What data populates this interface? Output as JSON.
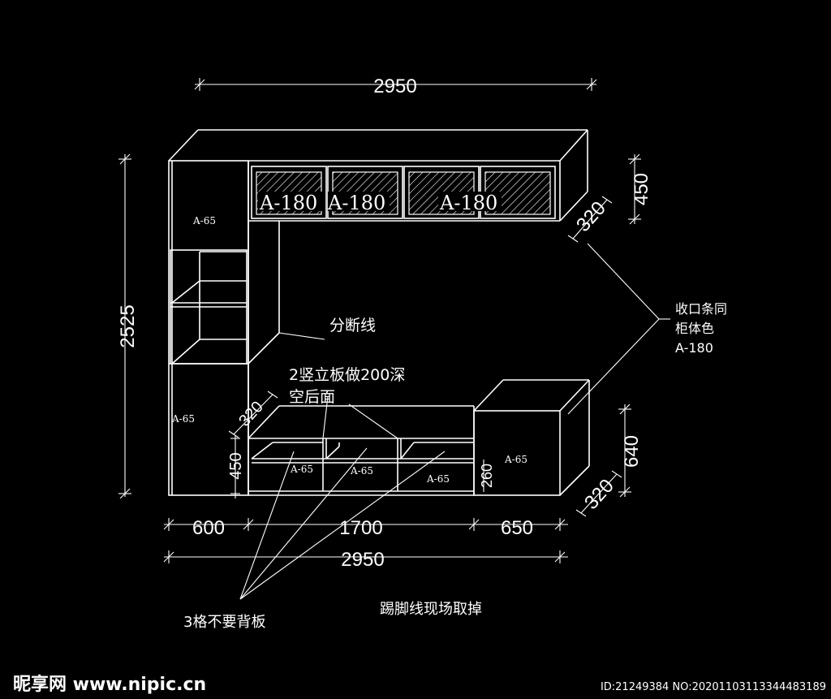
{
  "dimensions": {
    "top_width": "2950",
    "height": "2525",
    "upper_depth": "320",
    "upper_height": "450",
    "left_width": "600",
    "middle_width": "1700",
    "right_width": "650",
    "bottom_width": "2950",
    "lower_height": "450",
    "lower_depth": "320",
    "right_height": "640",
    "right_depth": "320",
    "plinth": "260"
  },
  "labels": {
    "upper_1": "A-180",
    "upper_2": "A-180",
    "upper_3": "A-180",
    "left_top": "A-65",
    "left_bottom": "A-65",
    "tv_1": "A-65",
    "tv_2": "A-65",
    "tv_3": "A-65",
    "right_cab": "A-65"
  },
  "notes": {
    "break_line": "分断线",
    "vertical_board_1": "2竖立板做200深",
    "vertical_board_2": "空后面",
    "trim_1": "收口条同",
    "trim_2": "柜体色",
    "trim_3": "A-180",
    "no_backboard": "3格不要背板",
    "kickboard": "踢脚线现场取掉"
  },
  "watermark": {
    "logo": "昵享网 www.nipic.cn",
    "id": "ID:21249384 NO:20201103113344483189"
  }
}
